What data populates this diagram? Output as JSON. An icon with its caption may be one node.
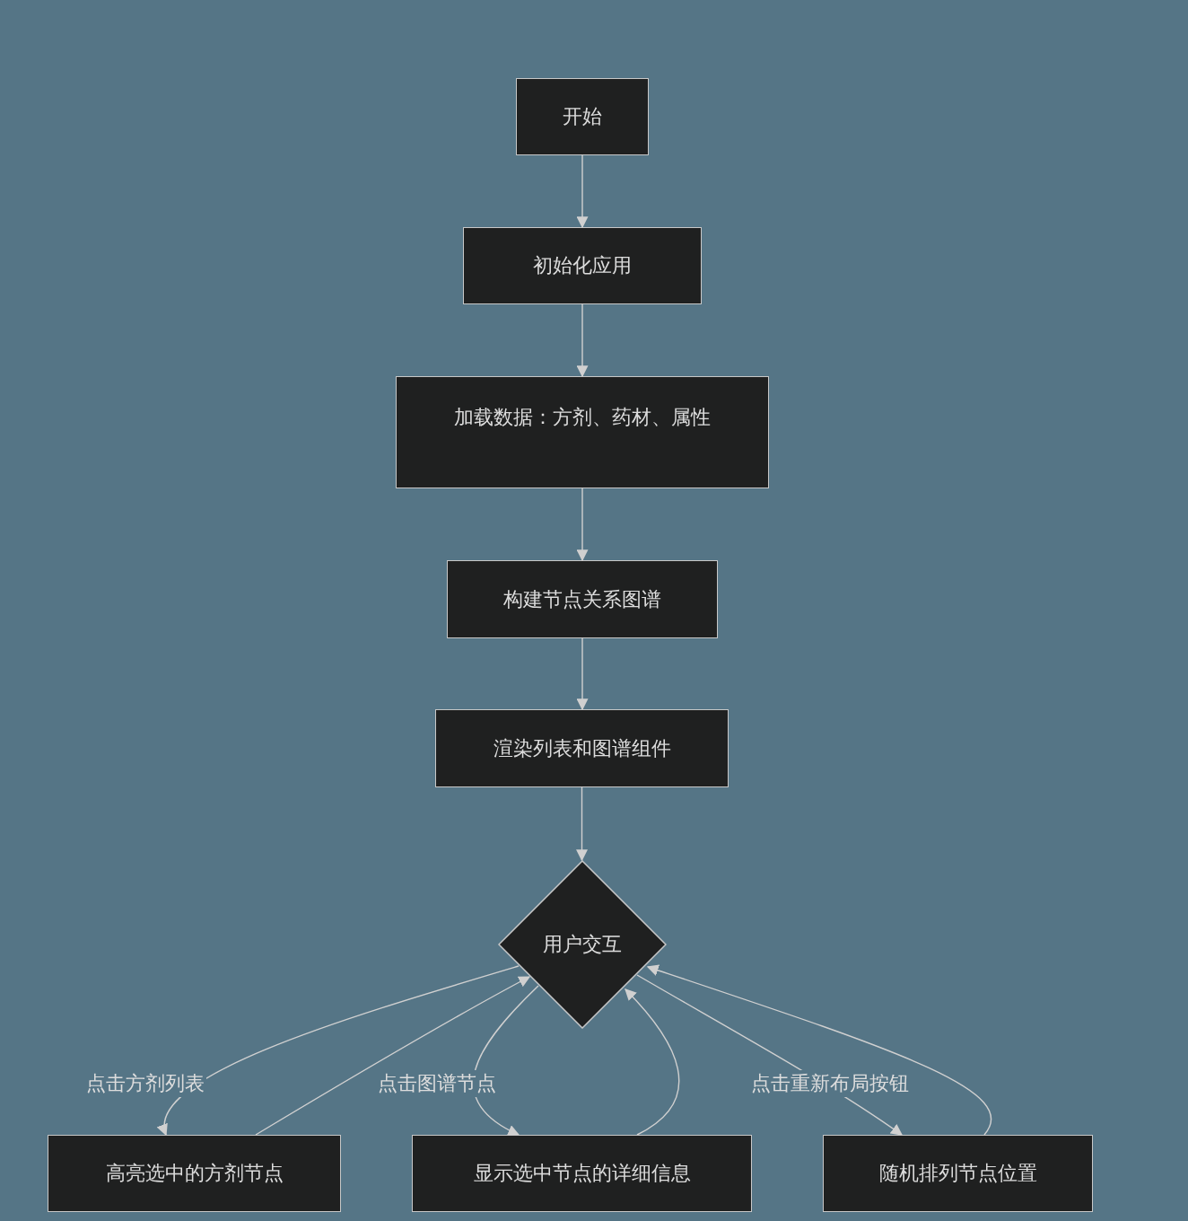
{
  "diagram": {
    "nodes": [
      {
        "text": [
          "开始"
        ]
      },
      {
        "text": [
          "初始化应用"
        ]
      },
      {
        "text": [
          "加载数据：方剂、药材、属性"
        ]
      },
      {
        "text": [
          "构建节点关系图谱"
        ]
      },
      {
        "text": [
          "渲染列表和图谱组件"
        ]
      },
      {
        "text": [
          "用户交互"
        ]
      },
      {
        "text": [
          "高亮选中的方剂节点"
        ]
      },
      {
        "text": [
          "显示选中节点的详细信息"
        ]
      },
      {
        "text": [
          "随机排列节点位置"
        ]
      }
    ],
    "edges": [
      {
        "from": 0,
        "to": 1,
        "arrow": "to"
      },
      {
        "from": 1,
        "to": 2,
        "arrow": "to"
      },
      {
        "from": 2,
        "to": 3,
        "arrow": "to"
      },
      {
        "from": 3,
        "to": 4,
        "arrow": "to"
      },
      {
        "from": 4,
        "to": 5,
        "arrow": "to"
      },
      {
        "from": 5,
        "to": 6,
        "arrow": "to",
        "label": "点击方剂列表"
      },
      {
        "from": 6,
        "to": 5,
        "arrow": "to"
      },
      {
        "from": 5,
        "to": 7,
        "arrow": "to",
        "label": "点击图谱节点"
      },
      {
        "from": 7,
        "to": 5,
        "arrow": "to"
      },
      {
        "from": 5,
        "to": 8,
        "arrow": "to",
        "label": "点击重新布局按钮"
      },
      {
        "from": 8,
        "to": 5,
        "arrow": "to"
      }
    ]
  }
}
